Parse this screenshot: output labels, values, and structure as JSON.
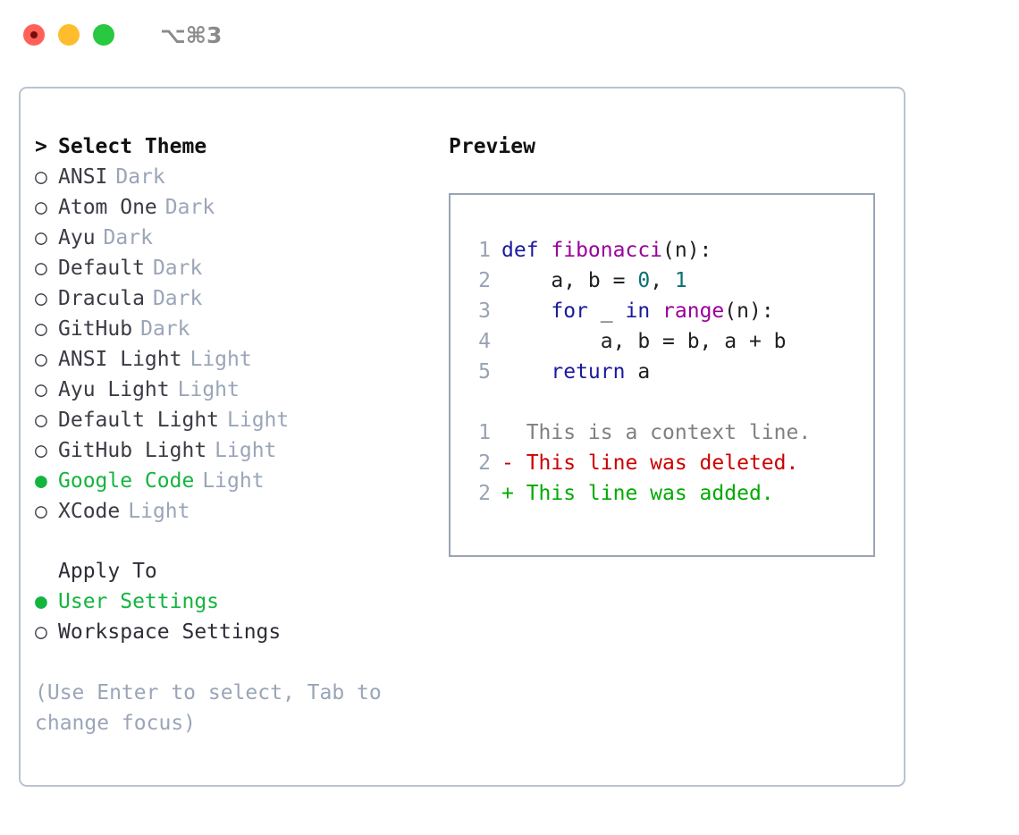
{
  "window": {
    "shortcut_label": "⌥⌘3",
    "traffic_lights": [
      "close-red",
      "minimize-yellow",
      "maximize-green"
    ]
  },
  "theme_picker": {
    "header_marker": ">",
    "header_label": "Select Theme",
    "selected_marker": "●",
    "unselected_marker": "○",
    "items": [
      {
        "marker": "○",
        "label": "ANSI",
        "badge": "Dark",
        "selected": false
      },
      {
        "marker": "○",
        "label": "Atom One",
        "badge": "Dark",
        "selected": false
      },
      {
        "marker": "○",
        "label": "Ayu",
        "badge": "Dark",
        "selected": false
      },
      {
        "marker": "○",
        "label": "Default",
        "badge": "Dark",
        "selected": false
      },
      {
        "marker": "○",
        "label": "Dracula",
        "badge": "Dark",
        "selected": false
      },
      {
        "marker": "○",
        "label": "GitHub",
        "badge": "Dark",
        "selected": false
      },
      {
        "marker": "○",
        "label": "ANSI Light",
        "badge": "Light",
        "selected": false
      },
      {
        "marker": "○",
        "label": "Ayu Light",
        "badge": "Light",
        "selected": false
      },
      {
        "marker": "○",
        "label": "Default Light",
        "badge": "Light",
        "selected": false
      },
      {
        "marker": "○",
        "label": "GitHub Light",
        "badge": "Light",
        "selected": false
      },
      {
        "marker": "●",
        "label": "Google Code",
        "badge": "Light",
        "selected": true
      },
      {
        "marker": "○",
        "label": "XCode",
        "badge": "Light",
        "selected": false
      }
    ]
  },
  "apply_to": {
    "title": "Apply To",
    "items": [
      {
        "marker": "●",
        "label": "User Settings",
        "selected": true
      },
      {
        "marker": "○",
        "label": "Workspace Settings",
        "selected": false
      }
    ]
  },
  "hint": "(Use Enter to select, Tab to change focus)",
  "preview": {
    "title": "Preview",
    "code_lines": [
      {
        "n": "1",
        "tokens": [
          {
            "t": "def ",
            "c": "kw"
          },
          {
            "t": "fibonacci",
            "c": "fn"
          },
          {
            "t": "(n):",
            "c": "pln"
          }
        ]
      },
      {
        "n": "2",
        "tokens": [
          {
            "t": "    a, b = ",
            "c": "pln"
          },
          {
            "t": "0",
            "c": "num"
          },
          {
            "t": ", ",
            "c": "pln"
          },
          {
            "t": "1",
            "c": "num"
          }
        ]
      },
      {
        "n": "3",
        "tokens": [
          {
            "t": "    ",
            "c": "pln"
          },
          {
            "t": "for",
            "c": "kw"
          },
          {
            "t": " _ ",
            "c": "pln"
          },
          {
            "t": "in",
            "c": "kw"
          },
          {
            "t": " ",
            "c": "pln"
          },
          {
            "t": "range",
            "c": "fn"
          },
          {
            "t": "(n):",
            "c": "pln"
          }
        ]
      },
      {
        "n": "4",
        "tokens": [
          {
            "t": "        a, b = b, a + b",
            "c": "pln"
          }
        ]
      },
      {
        "n": "5",
        "tokens": [
          {
            "t": "    ",
            "c": "pln"
          },
          {
            "t": "return",
            "c": "kw"
          },
          {
            "t": " a",
            "c": "pln"
          }
        ]
      }
    ],
    "diff_lines": [
      {
        "n": "1",
        "sign": "  ",
        "text": "This is a context line.",
        "kind": "ctx"
      },
      {
        "n": "2",
        "sign": "- ",
        "text": "This line was deleted.",
        "kind": "del"
      },
      {
        "n": "2",
        "sign": "+ ",
        "text": "This line was added.",
        "kind": "add"
      }
    ]
  },
  "colors": {
    "accent_green": "#13b53f",
    "badge_gray": "#9aa5b8",
    "panel_border": "#b9c2d0",
    "code_border": "#99a4b4",
    "keyword": "#1a1a9e",
    "function": "#990099",
    "number": "#0a7070",
    "line_number": "#98a2b3",
    "diff_context": "#808080",
    "diff_deleted": "#cc0000",
    "diff_added": "#00aa00"
  }
}
